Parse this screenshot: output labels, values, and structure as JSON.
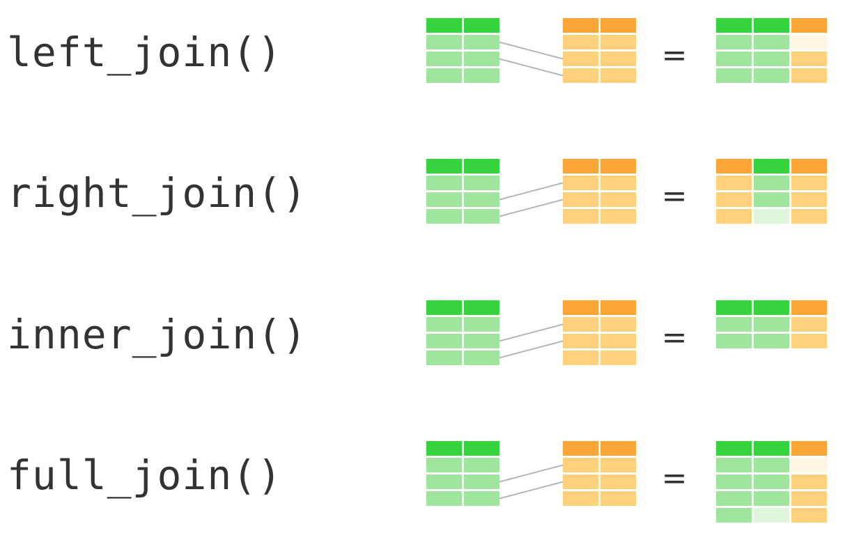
{
  "colors": {
    "key_green_dark": "#37d33f",
    "key_green_light": "#9fe59d",
    "missing_green": "#dff6dc",
    "val_orange_dark": "#fca63a",
    "val_orange_light": "#fed27d",
    "missing_orange": "#fef5e2",
    "link": "#b5b5b5",
    "text": "#333333"
  },
  "joins": [
    {
      "label": "left_join()",
      "equals": "=",
      "x_table": {
        "header": [
          "dk-green",
          "dk-green"
        ],
        "rows": [
          [
            "lt-green",
            "lt-green"
          ],
          [
            "lt-green",
            "lt-green"
          ],
          [
            "lt-green",
            "lt-green"
          ]
        ]
      },
      "y_table": {
        "header": [
          "dk-orange",
          "dk-orange"
        ],
        "rows": [
          [
            "lt-orange",
            "lt-orange"
          ],
          [
            "lt-orange",
            "lt-orange"
          ],
          [
            "lt-orange",
            "lt-orange"
          ]
        ]
      },
      "links": [
        [
          1,
          2
        ],
        [
          2,
          3
        ]
      ],
      "result": {
        "header": [
          "dk-green",
          "dk-green",
          "dk-orange"
        ],
        "rows": [
          [
            "lt-green",
            "lt-green",
            "pale-orange"
          ],
          [
            "lt-green",
            "lt-green",
            "lt-orange"
          ],
          [
            "lt-green",
            "lt-green",
            "lt-orange"
          ]
        ]
      }
    },
    {
      "label": "right_join()",
      "equals": "=",
      "x_table": {
        "header": [
          "dk-green",
          "dk-green"
        ],
        "rows": [
          [
            "lt-green",
            "lt-green"
          ],
          [
            "lt-green",
            "lt-green"
          ],
          [
            "lt-green",
            "lt-green"
          ]
        ]
      },
      "y_table": {
        "header": [
          "dk-orange",
          "dk-orange"
        ],
        "rows": [
          [
            "lt-orange",
            "lt-orange"
          ],
          [
            "lt-orange",
            "lt-orange"
          ],
          [
            "lt-orange",
            "lt-orange"
          ]
        ]
      },
      "links": [
        [
          2,
          1
        ],
        [
          3,
          2
        ]
      ],
      "result": {
        "header": [
          "dk-orange",
          "dk-green",
          "dk-orange"
        ],
        "rows": [
          [
            "lt-orange",
            "lt-green",
            "lt-orange"
          ],
          [
            "lt-orange",
            "lt-green",
            "lt-orange"
          ],
          [
            "lt-orange",
            "pale-green",
            "lt-orange"
          ]
        ]
      }
    },
    {
      "label": "inner_join()",
      "equals": "=",
      "x_table": {
        "header": [
          "dk-green",
          "dk-green"
        ],
        "rows": [
          [
            "lt-green",
            "lt-green"
          ],
          [
            "lt-green",
            "lt-green"
          ],
          [
            "lt-green",
            "lt-green"
          ]
        ]
      },
      "y_table": {
        "header": [
          "dk-orange",
          "dk-orange"
        ],
        "rows": [
          [
            "lt-orange",
            "lt-orange"
          ],
          [
            "lt-orange",
            "lt-orange"
          ],
          [
            "lt-orange",
            "lt-orange"
          ]
        ]
      },
      "links": [
        [
          2,
          1
        ],
        [
          3,
          2
        ]
      ],
      "result": {
        "header": [
          "dk-green",
          "dk-green",
          "dk-orange"
        ],
        "rows": [
          [
            "lt-green",
            "lt-green",
            "lt-orange"
          ],
          [
            "lt-green",
            "lt-green",
            "lt-orange"
          ]
        ]
      }
    },
    {
      "label": "full_join()",
      "equals": "=",
      "x_table": {
        "header": [
          "dk-green",
          "dk-green"
        ],
        "rows": [
          [
            "lt-green",
            "lt-green"
          ],
          [
            "lt-green",
            "lt-green"
          ],
          [
            "lt-green",
            "lt-green"
          ]
        ]
      },
      "y_table": {
        "header": [
          "dk-orange",
          "dk-orange"
        ],
        "rows": [
          [
            "lt-orange",
            "lt-orange"
          ],
          [
            "lt-orange",
            "lt-orange"
          ],
          [
            "lt-orange",
            "lt-orange"
          ]
        ]
      },
      "links": [
        [
          2,
          1
        ],
        [
          3,
          2
        ]
      ],
      "result": {
        "header": [
          "dk-green",
          "dk-green",
          "dk-orange"
        ],
        "rows": [
          [
            "lt-green",
            "lt-green",
            "pale-orange"
          ],
          [
            "lt-green",
            "lt-green",
            "lt-orange"
          ],
          [
            "lt-green",
            "lt-green",
            "lt-orange"
          ],
          [
            "lt-green",
            "pale-green",
            "lt-orange"
          ]
        ]
      }
    }
  ]
}
